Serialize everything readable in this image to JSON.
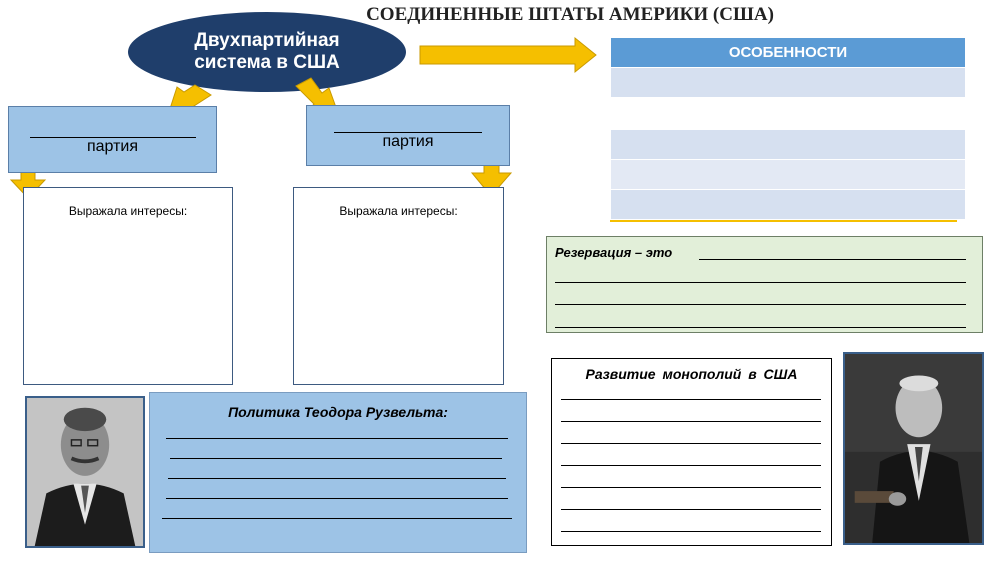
{
  "title": "СОЕДИНЕННЫЕ ШТАТЫ АМЕРИКИ (США)",
  "oval": {
    "text": "Двухпартийная\nсистема в США"
  },
  "parties": [
    {
      "label": "партия",
      "interests_label": "Выражала интересы:"
    },
    {
      "label": "партия",
      "interests_label": "Выражала интересы:"
    }
  ],
  "features": {
    "header": "ОСОБЕННОСТИ"
  },
  "reservation": {
    "label": "Резервация – это"
  },
  "roosevelt": {
    "label": "Политика Теодора Рузвельта:"
  },
  "monopolies": {
    "label": "Развитие монополий в США"
  },
  "colors": {
    "oval": "#1f3e6b",
    "party_box": "#9dc3e6",
    "arrow": "#f5bf00",
    "features_header": "#5b9bd5",
    "features_row": "#d6e0f0",
    "reservation_bg": "#e2efd9"
  }
}
